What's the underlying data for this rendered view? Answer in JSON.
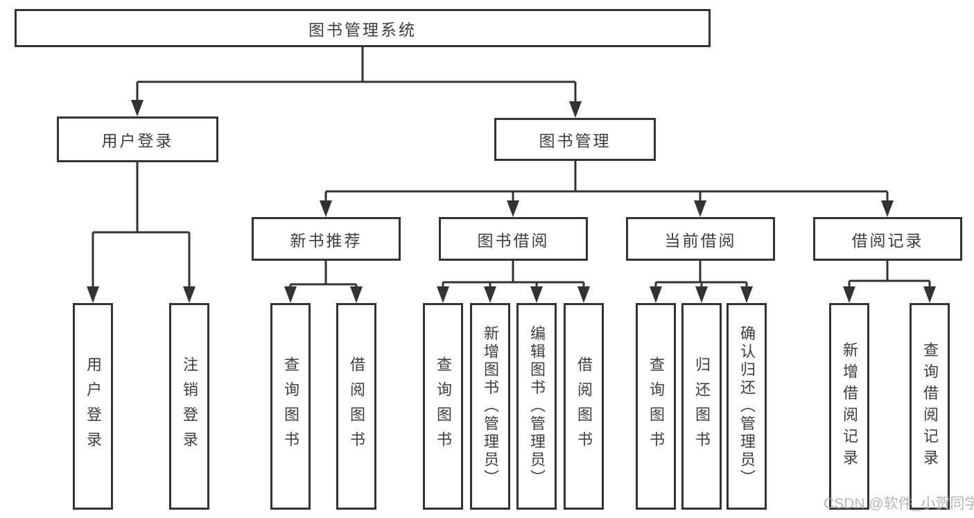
{
  "tree": {
    "label": "图书管理系统",
    "children": [
      {
        "label": "用户登录",
        "children": [
          {
            "label": "用户登录"
          },
          {
            "label": "注销登录"
          }
        ]
      },
      {
        "label": "图书管理",
        "children": [
          {
            "label": "新书推荐",
            "children": [
              {
                "label": "查询图书"
              },
              {
                "label": "借阅图书"
              }
            ]
          },
          {
            "label": "图书借阅",
            "children": [
              {
                "label": "查询图书"
              },
              {
                "label": "新增图书（管理员）"
              },
              {
                "label": "编辑图书（管理员）"
              },
              {
                "label": "借阅图书"
              }
            ]
          },
          {
            "label": "当前借阅",
            "children": [
              {
                "label": "查询图书"
              },
              {
                "label": "归还图书"
              },
              {
                "label": "确认归还（管理员）"
              }
            ]
          },
          {
            "label": "借阅记录",
            "children": [
              {
                "label": "新增借阅记录"
              },
              {
                "label": "查询借阅记录"
              }
            ]
          }
        ]
      }
    ]
  },
  "watermark": {
    "text": "CSDN @软件_小贺同学"
  },
  "colors": {
    "background": "#ffffff",
    "line": "#333333",
    "box_border": "#333333",
    "text": "#3d3d3d",
    "watermark": "#a9a9a9"
  }
}
